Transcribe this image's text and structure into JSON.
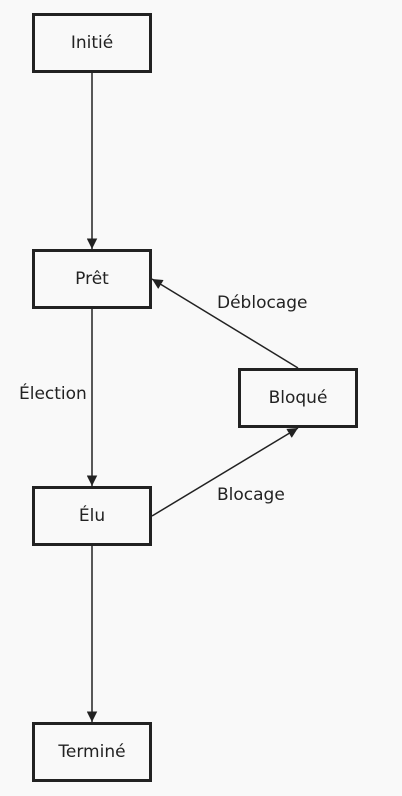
{
  "nodes": {
    "initie": "Initié",
    "pret": "Prêt",
    "elu": "Élu",
    "termine": "Terminé",
    "bloque": "Bloqué"
  },
  "edges": {
    "election": "Élection",
    "deblocage": "Déblocage",
    "blocage": "Blocage"
  },
  "colors": {
    "background": "#f9f9f9",
    "stroke": "#222222"
  }
}
